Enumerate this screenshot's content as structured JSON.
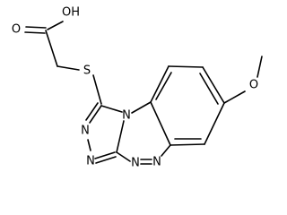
{
  "molecule": {
    "atoms": {
      "oh": "OH",
      "carbonyl_o": "O",
      "s": "S",
      "methoxy_o": "O",
      "n_bridge": "N",
      "n_triazole_a": "N",
      "n_triazole_b": "N",
      "n_tetrazine_a": "N",
      "n_tetrazine_b": "N"
    },
    "colors": {
      "bond": "#000000",
      "label": "#000000",
      "background": "#ffffff"
    }
  }
}
